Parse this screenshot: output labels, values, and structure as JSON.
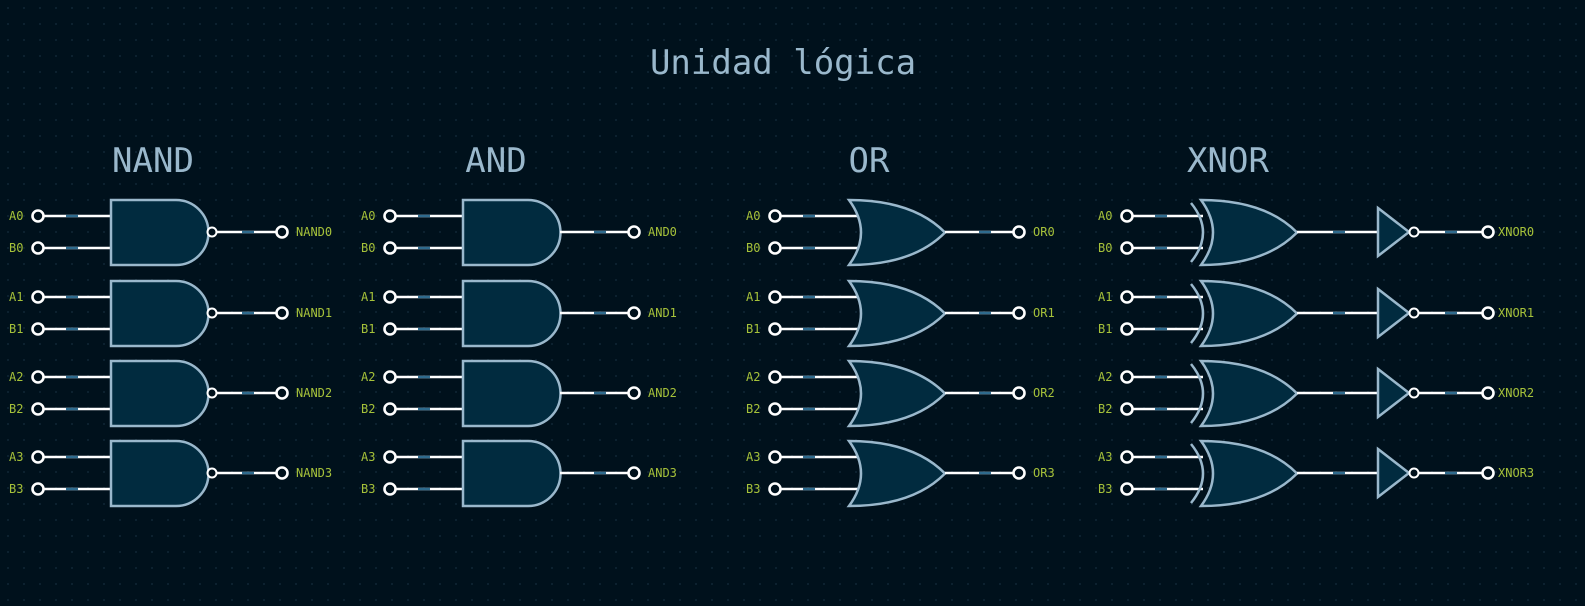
{
  "title": "Unidad lógica",
  "colors": {
    "background": "#00111c",
    "gate_fill": "#012b3f",
    "gate_stroke": "#9ab8cc",
    "wire": "#ffffff",
    "wire_mark": "#2f6b8e",
    "label": "#a6c23a",
    "heading": "#9ab8cc"
  },
  "groups": [
    {
      "name": "NAND",
      "gate": "nand",
      "gates": [
        {
          "inputs": [
            "A0",
            "B0"
          ],
          "output": "NAND0"
        },
        {
          "inputs": [
            "A1",
            "B1"
          ],
          "output": "NAND1"
        },
        {
          "inputs": [
            "A2",
            "B2"
          ],
          "output": "NAND2"
        },
        {
          "inputs": [
            "A3",
            "B3"
          ],
          "output": "NAND3"
        }
      ]
    },
    {
      "name": "AND",
      "gate": "and",
      "gates": [
        {
          "inputs": [
            "A0",
            "B0"
          ],
          "output": "AND0"
        },
        {
          "inputs": [
            "A1",
            "B1"
          ],
          "output": "AND1"
        },
        {
          "inputs": [
            "A2",
            "B2"
          ],
          "output": "AND2"
        },
        {
          "inputs": [
            "A3",
            "B3"
          ],
          "output": "AND3"
        }
      ]
    },
    {
      "name": "OR",
      "gate": "or",
      "gates": [
        {
          "inputs": [
            "A0",
            "B0"
          ],
          "output": "OR0"
        },
        {
          "inputs": [
            "A1",
            "B1"
          ],
          "output": "OR1"
        },
        {
          "inputs": [
            "A2",
            "B2"
          ],
          "output": "OR2"
        },
        {
          "inputs": [
            "A3",
            "B3"
          ],
          "output": "OR3"
        }
      ]
    },
    {
      "name": "XNOR",
      "gate": "xnor",
      "gates": [
        {
          "inputs": [
            "A0",
            "B0"
          ],
          "output": "XNOR0"
        },
        {
          "inputs": [
            "A1",
            "B1"
          ],
          "output": "XNOR1"
        },
        {
          "inputs": [
            "A2",
            "B2"
          ],
          "output": "XNOR2"
        },
        {
          "inputs": [
            "A3",
            "B3"
          ],
          "output": "XNOR3"
        }
      ]
    }
  ]
}
